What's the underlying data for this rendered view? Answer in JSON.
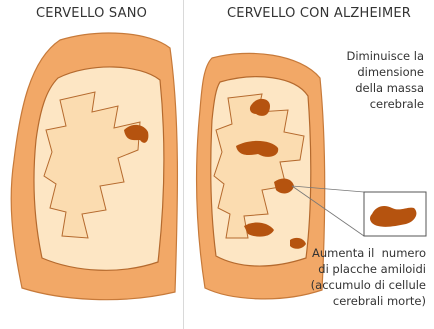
{
  "headings": {
    "healthy": "CERVELLO SANO",
    "alzheimer": "CERVELLO CON ALZHEIMER"
  },
  "notes": {
    "shrink": [
      "Diminuisce la",
      "dimensione",
      "della massa",
      "cerebrale"
    ],
    "plaques": [
      "Aumenta il  numero",
      "di placche amiloidi",
      "(accumulo di cellule",
      "cerebrali morte)"
    ]
  },
  "colors": {
    "outer": "#f2a867",
    "inner": "#fde6c4",
    "folds": "#fbdcb0",
    "outline": "#b56a2e",
    "plaque": "#b5530f",
    "divider": "#d9d9d9"
  }
}
